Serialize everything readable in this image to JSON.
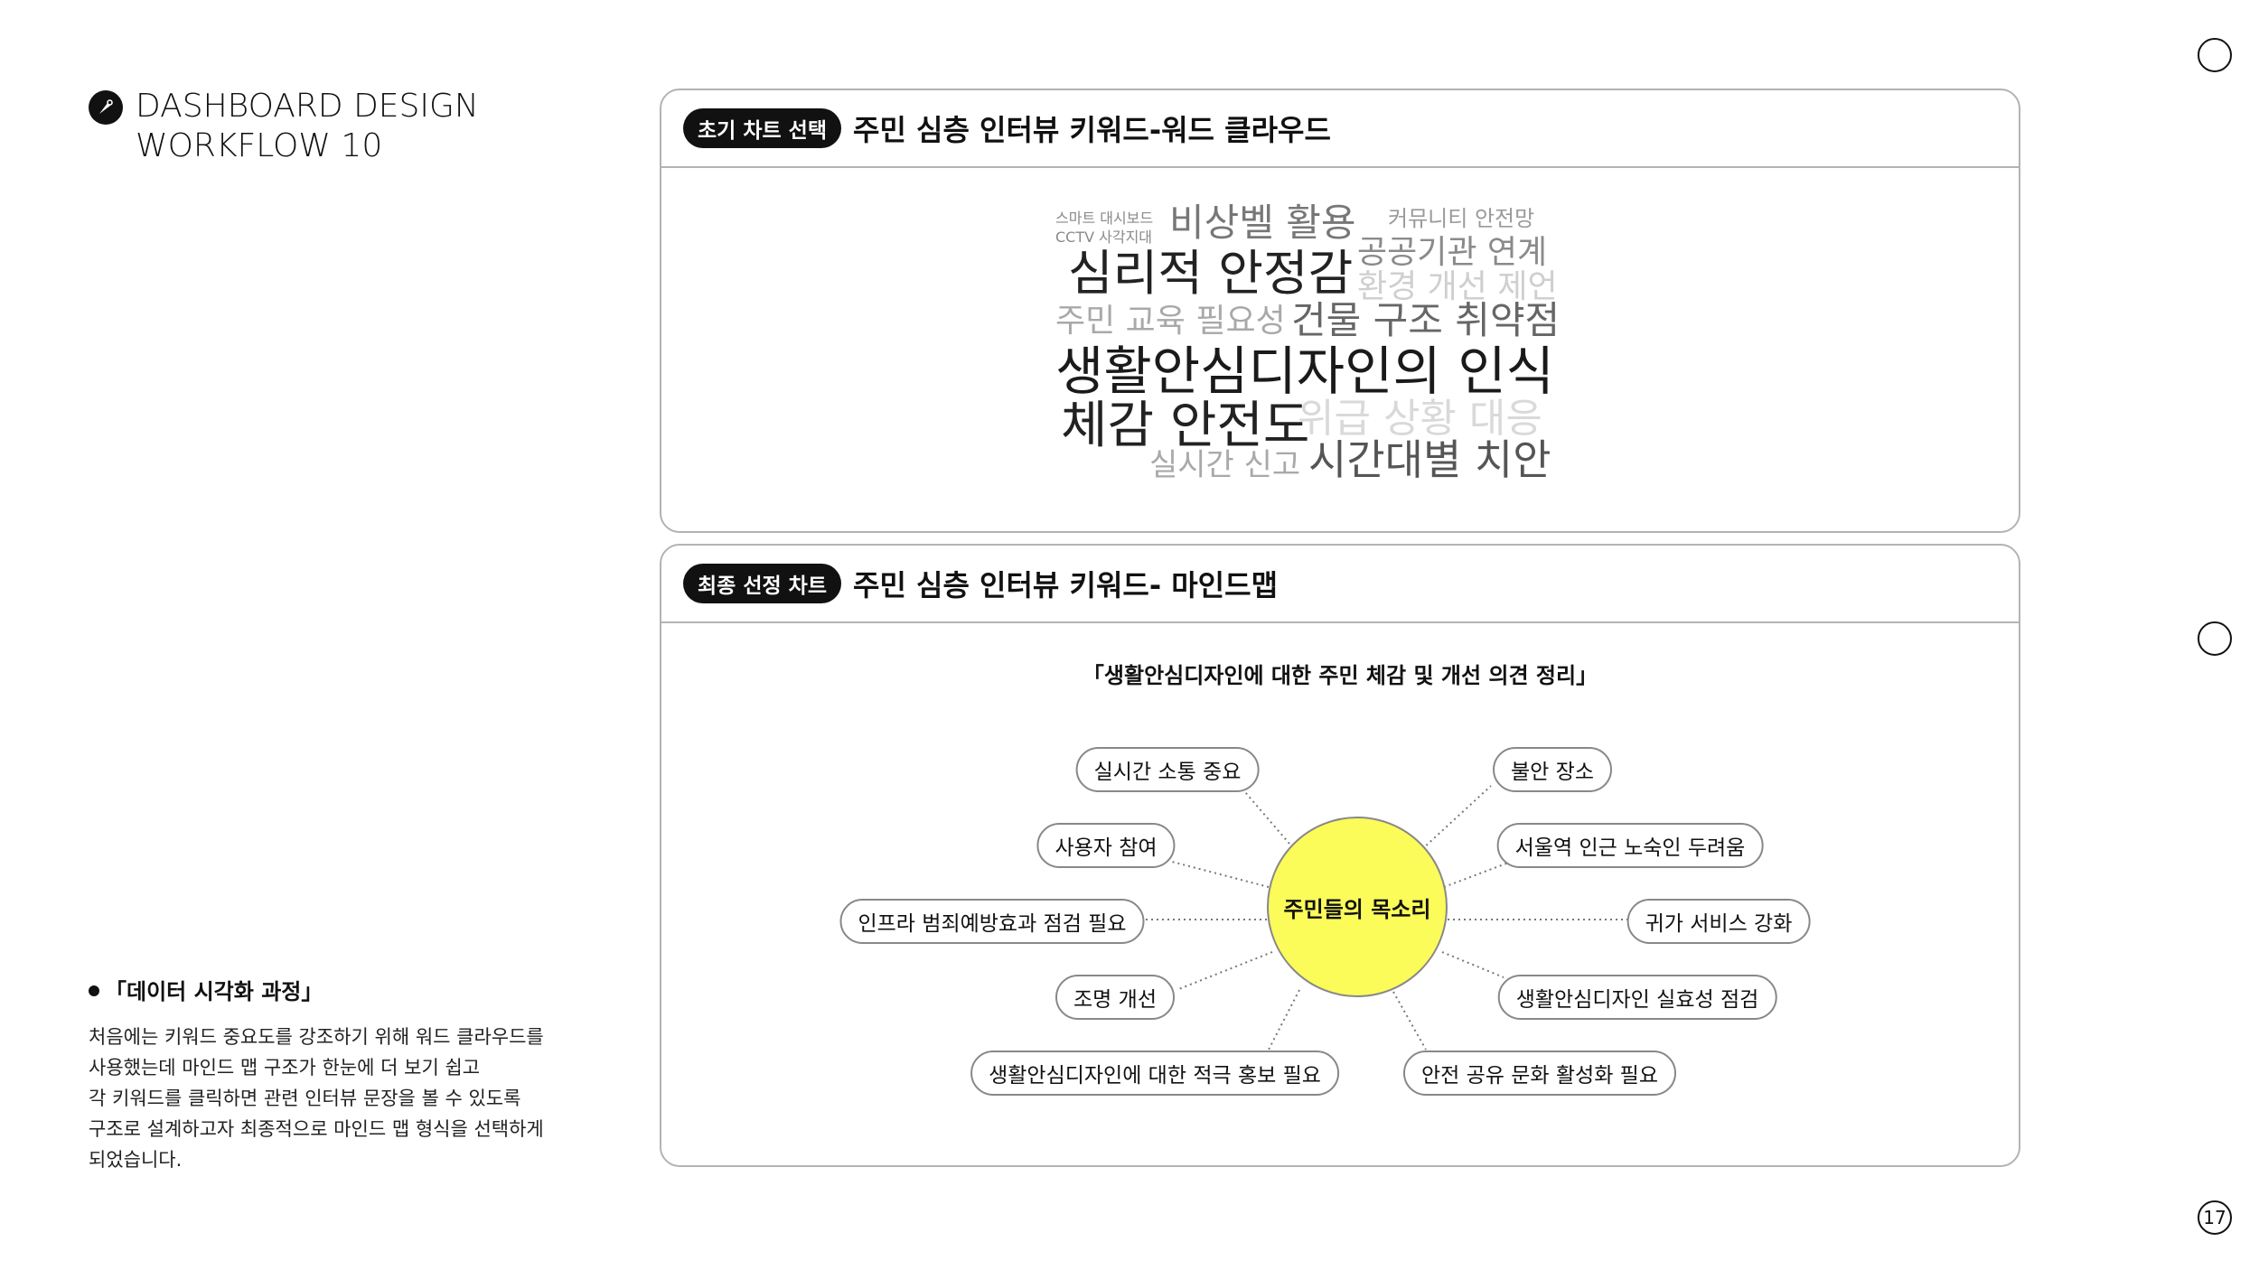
{
  "brand": {
    "title_line1": "DASHBOARD DESIGN",
    "title_line2": "WORKFLOW 10"
  },
  "page_number": "17",
  "description": {
    "title": "「데이터 시각화 과정」",
    "lines": [
      "처음에는 키워드 중요도를 강조하기 위해 워드 클라우드를",
      "사용했는데 마인드 맵 구조가 한눈에 더 보기 쉽고",
      "각 키워드를 클릭하면 관련 인터뷰 문장을 볼 수 있도록",
      "구조로 설계하고자 최종적으로 마인드 맵 형식을 선택하게",
      "되었습니다."
    ]
  },
  "panel_wordcloud": {
    "tag": "초기 차트 선택",
    "title": "주민 심층 인터뷰 키워드-워드 클라우드",
    "words": [
      {
        "text": "스마트 대시보드",
        "color": "#8a8a8a"
      },
      {
        "text": "CCTV 사각지대",
        "color": "#8a8a8a"
      },
      {
        "text": "비상벨 활용",
        "color": "#777777"
      },
      {
        "text": "커뮤니티 안전망",
        "color": "#9a9a9a"
      },
      {
        "text": "공공기관 연계",
        "color": "#8a8a8a"
      },
      {
        "text": "심리적 안정감",
        "color": "#222222"
      },
      {
        "text": "환경 개선 제언",
        "color": "#cfcfcf"
      },
      {
        "text": "주민 교육 필요성",
        "color": "#a9a9a9"
      },
      {
        "text": "건물 구조 취약점",
        "color": "#666666"
      },
      {
        "text": "생활안심디자인의 인식",
        "color": "#1a1a1a"
      },
      {
        "text": "체감 안전도",
        "color": "#222222"
      },
      {
        "text": "위급 상황 대응",
        "color": "#d9d9d9"
      },
      {
        "text": "실시간 신고",
        "color": "#a9a9a9"
      },
      {
        "text": "시간대별 치안",
        "color": "#555555"
      }
    ]
  },
  "panel_mindmap": {
    "tag": "최종 선정 차트",
    "title": "주민 심층 인터뷰 키워드- 마인드맵",
    "subtitle": "「생활안심디자인에 대한 주민 체감 및 개선 의견 정리」",
    "center": "주민들의 목소리",
    "nodes": [
      {
        "label": "실시간 소통 중요"
      },
      {
        "label": "사용자 참여"
      },
      {
        "label": "인프라 범죄예방효과 점검 필요"
      },
      {
        "label": "조명 개선"
      },
      {
        "label": "생활안심디자인에 대한 적극 홍보 필요"
      },
      {
        "label": "불안 장소"
      },
      {
        "label": "서울역 인근 노숙인 두려움"
      },
      {
        "label": "귀가 서비스 강화"
      },
      {
        "label": "생활안심디자인 실효성 점검"
      },
      {
        "label": "안전 공유 문화 활성화 필요"
      }
    ]
  }
}
